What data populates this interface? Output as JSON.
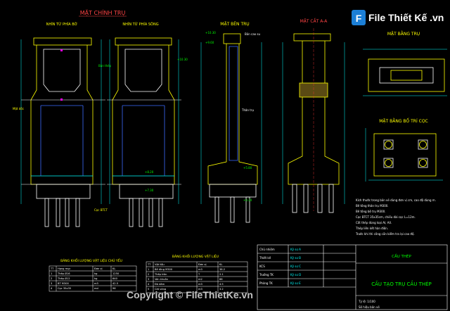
{
  "titles": {
    "main_elevation": "MẶT CHÍNH TRỤ",
    "view_front": "NHÌN TỪ PHÍA BỜ",
    "view_river": "NHÌN TỪ PHÍA SÔNG",
    "side_elevation": "MẶT BÊN TRỤ",
    "section_aa": "MẶT CẮT A-A",
    "plan_pier": "MẶT BẰNG TRỤ",
    "plan_piles": "MẶT BẰNG BỐ TRÍ CỌC",
    "table_left": "BẢNG KHỐI LƯỢNG VẬT LIỆU CHỦ YẾU",
    "table_right": "BẢNG KHỐI LƯỢNG VẬT LIỆU"
  },
  "levels": [
    "+10.30",
    "+9.60",
    "+8.20",
    "+7.30",
    "+5.80",
    "+4.30"
  ],
  "notes": [
    "Kích thước trong bản vẽ dùng đơn vị cm, cao độ dùng m.",
    "Bê tông thân trụ M300.",
    "Bê tông bệ trụ M300.",
    "Cọc BTCT 35x35cm, chiều dài cọc L=12m.",
    "Cốt thép dùng loại AI, AII.",
    "Thép liên kết hàn điện.",
    "Trước khi thi công cần kiểm tra lại cao độ."
  ],
  "table_left": {
    "headers": [
      "TT",
      "Hạng mục",
      "Đơn vị",
      "KL"
    ],
    "rows": [
      [
        "1",
        "Thép Ø16",
        "kg",
        "1250"
      ],
      [
        "2",
        "Thép Ø12",
        "kg",
        "640"
      ],
      [
        "3",
        "BT M300",
        "m3",
        "42.5"
      ],
      [
        "4",
        "Cọc 35x35",
        "md",
        "96"
      ]
    ]
  },
  "table_right": {
    "headers": [
      "TT",
      "Vật liệu",
      "Đơn vị",
      "KL"
    ],
    "rows": [
      [
        "1",
        "Bê tông M300",
        "m3",
        "38.2"
      ],
      [
        "2",
        "Thép tròn",
        "T",
        "2.1"
      ],
      [
        "3",
        "Ván khuôn",
        "m2",
        "86"
      ],
      [
        "4",
        "Đá dăm",
        "m3",
        "4.5"
      ],
      [
        "5",
        "Cát vàng",
        "m3",
        "3.2"
      ]
    ]
  },
  "title_block": {
    "rows": [
      [
        "Chủ nhiệm",
        "Kỹ sư A"
      ],
      [
        "Thiết kế",
        "Kỹ sư B"
      ],
      [
        "KCS",
        "Kỹ sư C"
      ],
      [
        "Trưởng TK",
        "Kỹ sư D"
      ],
      [
        "Phòng TK",
        "Kỹ sư E"
      ]
    ],
    "project": "CẦU THÉP",
    "drawing_title": "CẤU TẠO TRỤ CẦU THÉP",
    "scale": "Tỷ lệ: 1/100",
    "sheet": "Số hiệu bản vẽ"
  },
  "watermark": {
    "logo": "File Thiết Kế .vn",
    "copyright": "Copyright © FileThietKe.vn"
  },
  "colors": {
    "yellow": "#ffff00",
    "cyan": "#00ffff",
    "green": "#00ff00",
    "magenta": "#ff00ff",
    "blue": "#3b6cff",
    "white": "#ffffff",
    "red": "#ff3030"
  }
}
